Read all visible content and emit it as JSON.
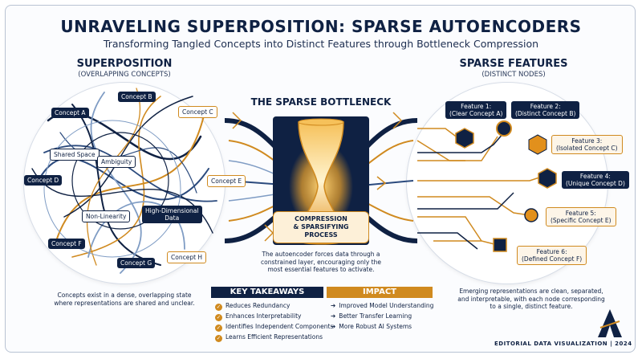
{
  "header": {
    "title": "UNRAVELING SUPERPOSITION: SPARSE AUTOENCODERS",
    "subtitle": "Transforming Tangled Concepts into Distinct Features through Bottleneck Compression"
  },
  "superposition": {
    "heading": "SUPERPOSITION",
    "subheading": "(OVERLAPPING CONCEPTS)",
    "chips": {
      "concept_a": "Concept A",
      "concept_b": "Concept B",
      "concept_c": "Concept C",
      "concept_d": "Concept D",
      "concept_e": "Concept E",
      "concept_f": "Concept F",
      "concept_g": "Concept G",
      "concept_h": "Concept H",
      "shared_space": "Shared Space",
      "ambiguity": "Ambiguity",
      "non_linearity": "Non-Linearity",
      "high_dim_1": "High-Dimensional",
      "high_dim_2": "Data"
    },
    "caption_1": "Concepts exist in a dense, overlapping state",
    "caption_2": "where representations are shared and unclear."
  },
  "bottleneck": {
    "heading": "THE SPARSE BOTTLENECK",
    "label_1": "COMPRESSION",
    "label_2": "& SPARSIFYING",
    "label_3": "PROCESS",
    "desc_1": "The autoencoder forces data through a",
    "desc_2": "constrained layer, encouraging only the",
    "desc_3": "most essential features to activate."
  },
  "features": {
    "heading": "SPARSE FEATURES",
    "subheading": "(DISTINCT NODES)",
    "items": [
      {
        "title": "Feature 1:",
        "desc": "(Clear Concept A)"
      },
      {
        "title": "Feature 2:",
        "desc": "(Distinct Concept B)"
      },
      {
        "title": "Feature 3:",
        "desc": "(Isolated Concept C)"
      },
      {
        "title": "Feature 4:",
        "desc": "(Unique Concept D)"
      },
      {
        "title": "Feature 5:",
        "desc": "(Specific Concept E)"
      },
      {
        "title": "Feature 6:",
        "desc": "(Defined Concept F)"
      }
    ],
    "caption_1": "Emerging representations are clean, separated,",
    "caption_2": "and interpretable, with each node corresponding",
    "caption_3": "to a single, distinct feature."
  },
  "key_takeaways": {
    "heading": "KEY TAKEAWAYS",
    "items": [
      "Reduces Redundancy",
      "Enhances Interpretability",
      "Identifies Independent Components",
      "Learns Efficient Representations"
    ]
  },
  "impact": {
    "heading": "IMPACT",
    "items": [
      "Improved Model Understanding",
      "Better Transfer Learning",
      "More Robust AI Systems"
    ]
  },
  "footer": "EDITORIAL DATA VISUALIZATION | 2024",
  "colors": {
    "navy": "#0f2143",
    "gold": "#d08a1f",
    "light_blue": "#7f9cc4"
  }
}
